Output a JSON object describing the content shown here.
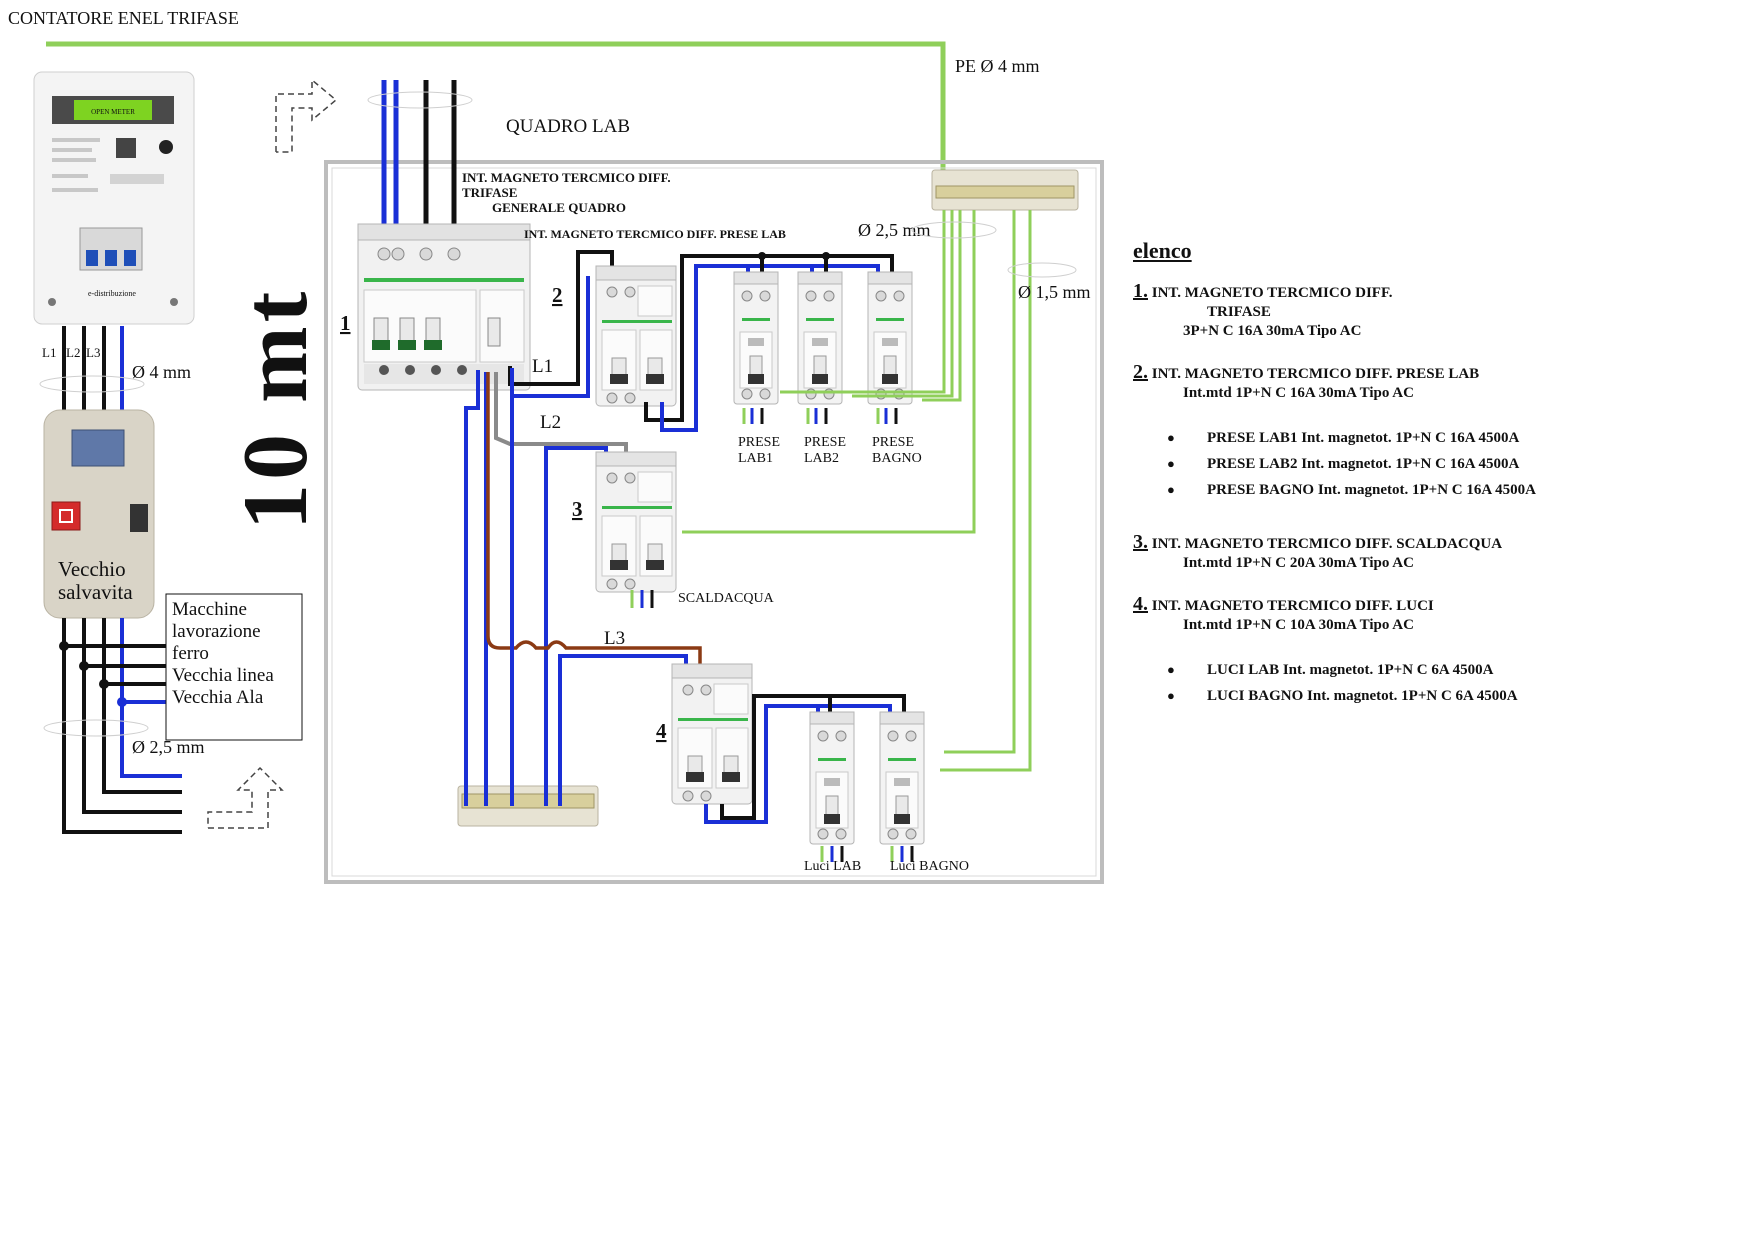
{
  "header": {
    "title": "CONTATORE ENEL TRIFASE"
  },
  "quadro": {
    "title": "QUADRO LAB",
    "pe_label": "PE Ø 4 mm",
    "cable_25": "Ø 2,5 mm",
    "cable_15": "Ø 1,5 mm",
    "distance": "10 mt",
    "gen_label_1": "INT. MAGNETO TERCMICO DIFF.",
    "gen_label_2": "TRIFASE",
    "gen_label_3": "GENERALE QUADRO",
    "prese_header": "INT. MAGNETO TERCMICO DIFF.  PRESE LAB",
    "n1": "1",
    "n2": "2",
    "n3": "3",
    "n4": "4",
    "l1": "L1",
    "l2": "L2",
    "l3": "L3",
    "prese_lab1_a": "PRESE",
    "prese_lab1_b": "LAB1",
    "prese_lab2_a": "PRESE",
    "prese_lab2_b": "LAB2",
    "prese_bagno_a": "PRESE",
    "prese_bagno_b": "BAGNO",
    "scaldacqua": "SCALDACQUA",
    "luci_lab": "Luci LAB",
    "luci_bagno": "Luci BAGNO"
  },
  "meter": {
    "display": "OPEN METER",
    "brand": "e-distribuzione",
    "phase_labels": [
      "L1",
      "L2",
      "L3"
    ],
    "cable": "Ø 4 mm"
  },
  "old_rcd": {
    "label_1": "Vecchio",
    "label_2": "salvavita",
    "cable": "Ø 2,5 mm"
  },
  "loads_box": [
    "Macchine",
    "lavorazione",
    "ferro",
    "Vecchia linea",
    "Vecchia Ala"
  ],
  "elenco": {
    "title": "elenco",
    "items": [
      {
        "num": "1.",
        "title": "INT. MAGNETO TERCMICO DIFF.",
        "line2": "TRIFASE",
        "line3": "3P+N C 16A 30mA Tipo AC"
      },
      {
        "num": "2.",
        "title": "INT. MAGNETO TERCMICO DIFF.  PRESE LAB",
        "line2": "Int.mtd 1P+N C 16A 30mA Tipo AC"
      },
      {
        "num": "3.",
        "title": "INT. MAGNETO TERCMICO DIFF. SCALDACQUA",
        "line2": "Int.mtd  1P+N C 20A 30mA Tipo AC"
      },
      {
        "num": "4.",
        "title": "INT. MAGNETO TERCMICO DIFF.  LUCI",
        "line2": "Int.mtd  1P+N C 10A 30mA Tipo AC"
      }
    ],
    "prese_bullets": [
      "PRESE LAB1  Int. magnetot. 1P+N C  16A 4500A",
      "PRESE LAB2  Int. magnetot. 1P+N C  16A 4500A",
      "PRESE BAGNO  Int. magnetot. 1P+N C  16A 4500A"
    ],
    "luci_bullets": [
      "LUCI LAB Int. magnetot. 1P+N C   6A 4500A",
      "LUCI BAGNO Int. magnetot. 1P+N C   6A 4500A"
    ]
  },
  "colors": {
    "phase": "#111111",
    "neutral": "#1a2fd6",
    "earth": "#8fcf5a",
    "l2": "#8a8a8a",
    "l3": "#8b3a14",
    "breaker_body": "#f1f1f1",
    "breaker_green": "#39b54a"
  }
}
